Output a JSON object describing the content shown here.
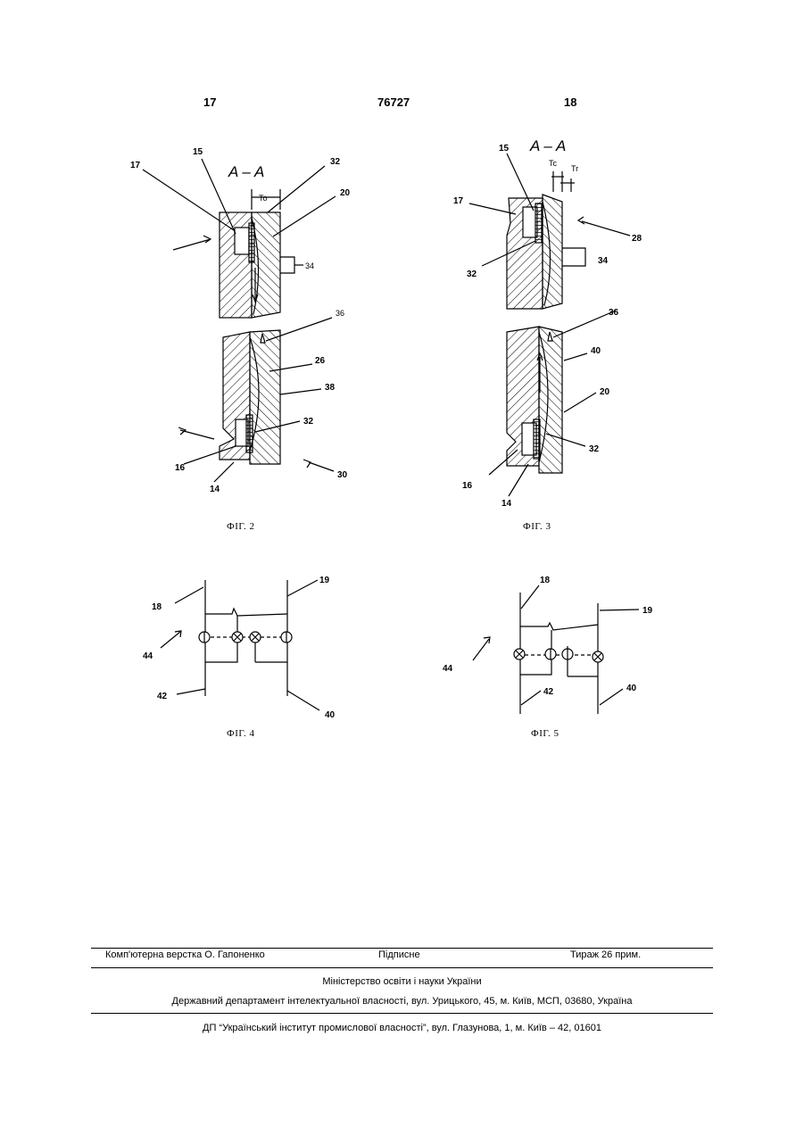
{
  "header": {
    "page_left": "17",
    "patent_number": "76727",
    "page_right": "18"
  },
  "figures": {
    "fig2": {
      "caption": "ФІГ. 2",
      "section": "A – A",
      "dim": "To",
      "labels": [
        "15",
        "17",
        "32",
        "20",
        "34",
        "36",
        "26",
        "38",
        "32",
        "16",
        "14",
        "30"
      ]
    },
    "fig3": {
      "caption": "ФІГ. 3",
      "section": "A – A",
      "dims": [
        "Tc",
        "Tr"
      ],
      "labels": [
        "15",
        "17",
        "28",
        "34",
        "32",
        "36",
        "40",
        "20",
        "32",
        "16",
        "14"
      ]
    },
    "fig4": {
      "caption": "ФІГ. 4",
      "labels": [
        "18",
        "19",
        "44",
        "42",
        "40"
      ]
    },
    "fig5": {
      "caption": "ФІГ. 5",
      "labels": [
        "18",
        "19",
        "44",
        "42",
        "40"
      ]
    }
  },
  "footer": {
    "layout": "Комп'ютерна верстка О. Гапоненко",
    "signed": "Підписне",
    "circulation": "Тираж 26 прим.",
    "ministry": "Міністерство освіти і науки України",
    "department": "Державний департамент інтелектуальної власності, вул. Урицького, 45, м. Київ, МСП, 03680, Україна",
    "institute": "ДП “Український інститут промислової власності”, вул. Глазунова, 1, м. Київ – 42, 01601"
  }
}
